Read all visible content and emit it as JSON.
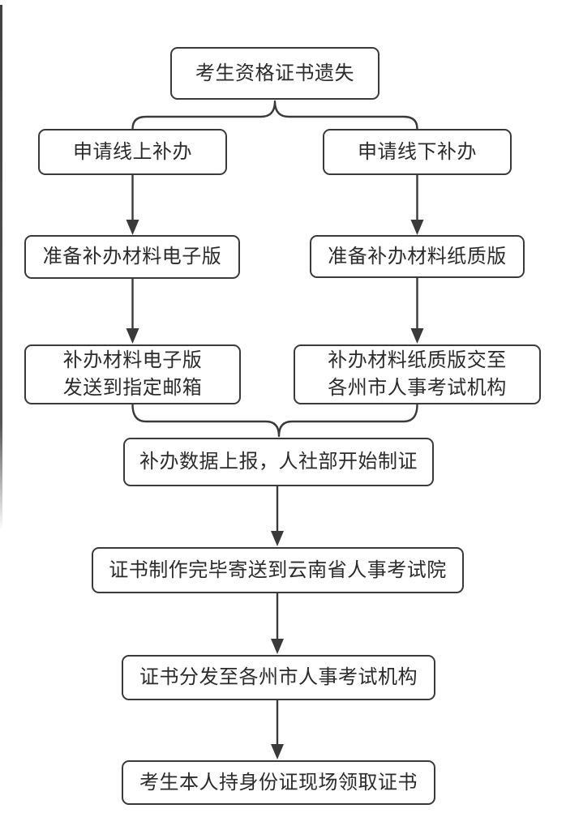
{
  "page": {
    "background": "#ffffff",
    "line_color": "#3a3a3a",
    "text_color": "#2b2b2b"
  },
  "nodes": {
    "start": "考生资格证书遗失",
    "apply_online": "申请线上补办",
    "apply_offline": "申请线下补办",
    "prepare_electronic": "准备补办材料电子版",
    "prepare_paper": "准备补办材料纸质版",
    "send_to_mailbox": "补办材料电子版\n发送到指定邮箱",
    "submit_to_agency": "补办材料纸质版交至\n各州市人事考试机构",
    "data_report": "补办数据上报，人社部开始制证",
    "certificate_mailed": "证书制作完毕寄送到云南省人事考试院",
    "certificate_distributed": "证书分发至各州市人事考试机构",
    "collect_certificate": "考生本人持身份证现场领取证书"
  },
  "edges": [
    {
      "from": "start",
      "to": "apply_online",
      "style": "brace-split"
    },
    {
      "from": "start",
      "to": "apply_offline",
      "style": "brace-split"
    },
    {
      "from": "apply_online",
      "to": "prepare_electronic",
      "style": "arrow"
    },
    {
      "from": "apply_offline",
      "to": "prepare_paper",
      "style": "arrow"
    },
    {
      "from": "prepare_electronic",
      "to": "send_to_mailbox",
      "style": "arrow"
    },
    {
      "from": "prepare_paper",
      "to": "submit_to_agency",
      "style": "arrow"
    },
    {
      "from": "send_to_mailbox",
      "to": "data_report",
      "style": "brace-merge"
    },
    {
      "from": "submit_to_agency",
      "to": "data_report",
      "style": "brace-merge"
    },
    {
      "from": "data_report",
      "to": "certificate_mailed",
      "style": "arrow"
    },
    {
      "from": "certificate_mailed",
      "to": "certificate_distributed",
      "style": "arrow"
    },
    {
      "from": "certificate_distributed",
      "to": "collect_certificate",
      "style": "arrow"
    }
  ]
}
